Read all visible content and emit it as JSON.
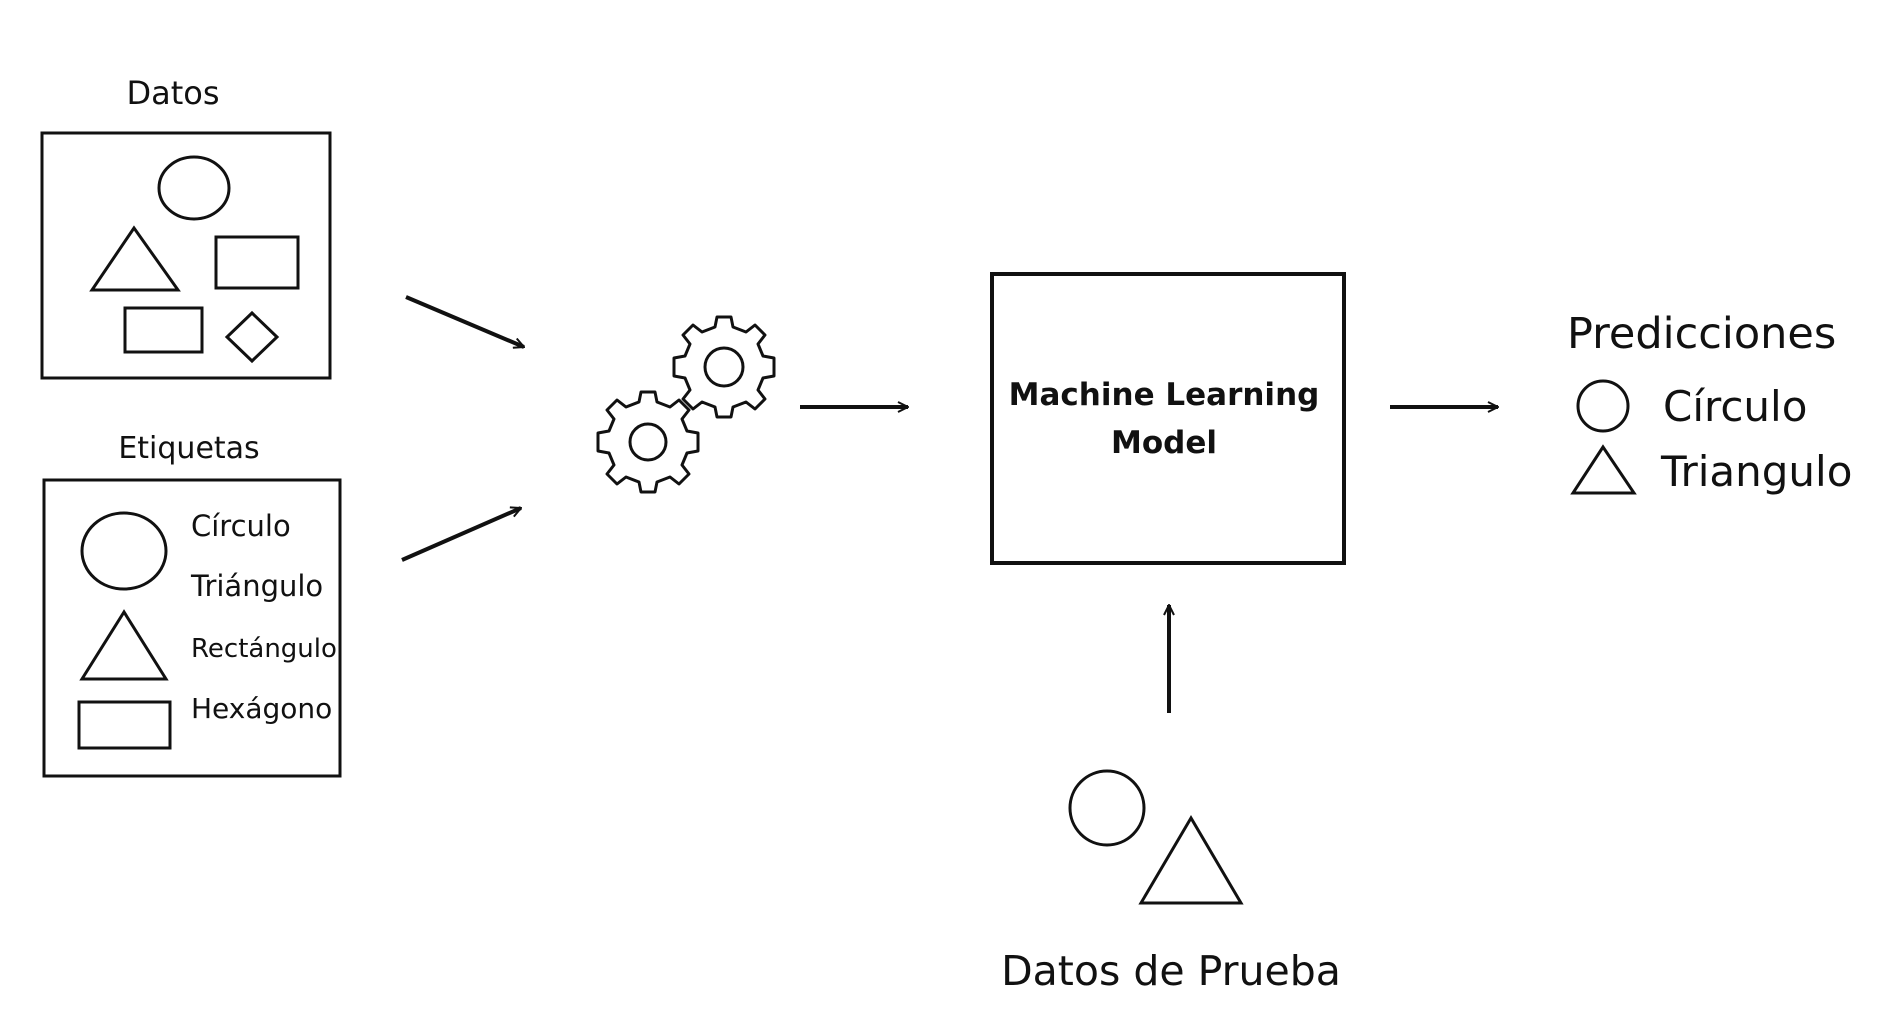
{
  "datos": {
    "title": "Datos"
  },
  "etiquetas": {
    "title": "Etiquetas",
    "items": [
      "Círculo",
      "Triángulo",
      "Rectángulo",
      "Hexágono"
    ]
  },
  "model": {
    "line1": "Machine Learning",
    "line2": "Model"
  },
  "predicciones": {
    "title": "Predicciones",
    "items": [
      "Círculo",
      "Triangulo"
    ]
  },
  "test": {
    "title": "Datos de Prueba"
  },
  "icons": {
    "training": "gears-icon",
    "arrow": "arrow-icon"
  },
  "colors": {
    "stroke": "#111111",
    "background": "#ffffff"
  }
}
